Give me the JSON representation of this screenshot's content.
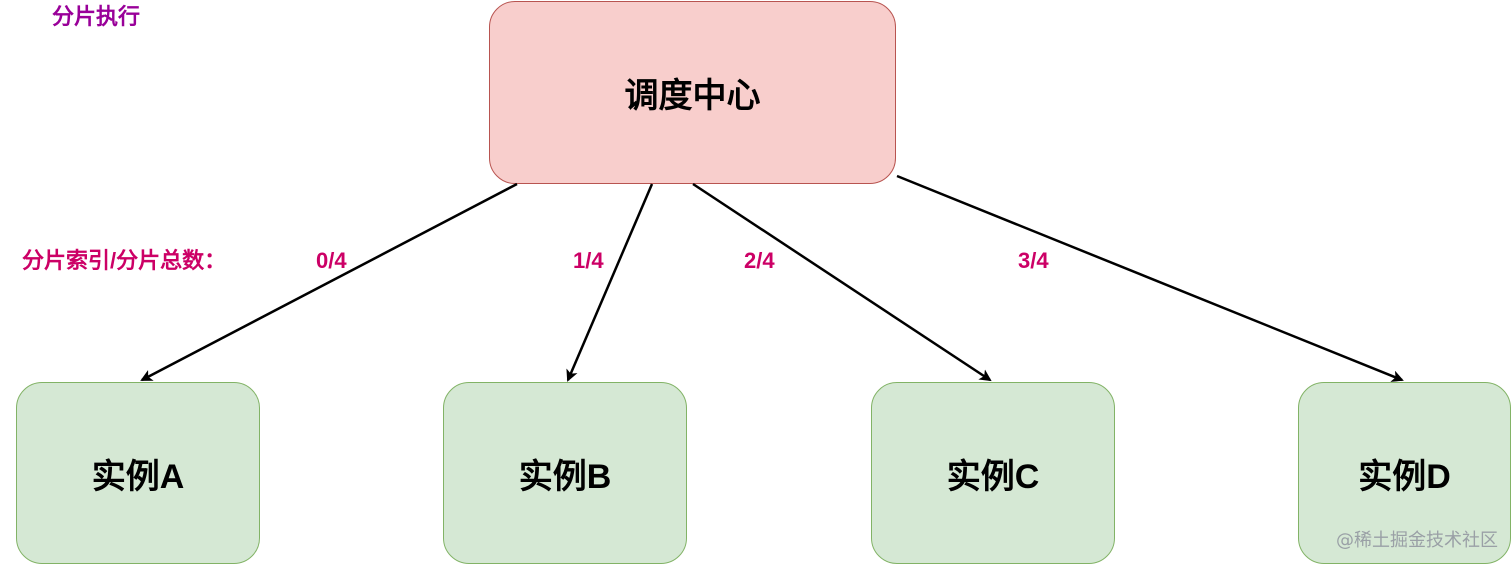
{
  "diagram": {
    "title": "分片执行",
    "scheduler": {
      "label": "调度中心",
      "fill": "#f8cecc",
      "stroke": "#b85450"
    },
    "shard_index_label": "分片索引/分片总数：",
    "instances": [
      {
        "label": "实例A",
        "shard": "0/4"
      },
      {
        "label": "实例B",
        "shard": "1/4"
      },
      {
        "label": "实例C",
        "shard": "2/4"
      },
      {
        "label": "实例D",
        "shard": "3/4"
      }
    ],
    "instance_fill": "#d5e8d4",
    "instance_stroke": "#82b366",
    "title_color": "#990099",
    "label_color": "#cc0066"
  },
  "watermark": "@稀土掘金技术社区"
}
